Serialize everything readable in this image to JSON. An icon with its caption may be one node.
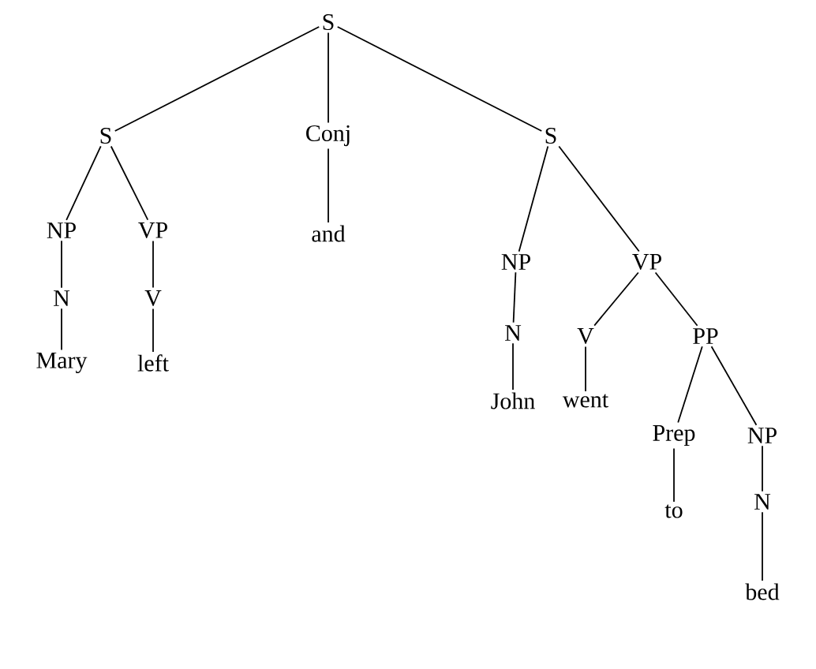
{
  "diagram": {
    "nodes": [
      {
        "text": [
          "S"
        ]
      },
      {
        "text": [
          "S"
        ]
      },
      {
        "text": [
          "Conj"
        ]
      },
      {
        "text": [
          "S"
        ]
      },
      {
        "text": [
          "NP"
        ]
      },
      {
        "text": [
          "VP"
        ]
      },
      {
        "text": [
          "and"
        ]
      },
      {
        "text": [
          "NP"
        ]
      },
      {
        "text": [
          "VP"
        ]
      },
      {
        "text": [
          "N"
        ]
      },
      {
        "text": [
          "V"
        ]
      },
      {
        "text": [
          "N"
        ]
      },
      {
        "text": [
          "Mary"
        ]
      },
      {
        "text": [
          "left"
        ]
      },
      {
        "text": [
          "V"
        ]
      },
      {
        "text": [
          "PP"
        ]
      },
      {
        "text": [
          "John"
        ]
      },
      {
        "text": [
          "went"
        ]
      },
      {
        "text": [
          "Prep"
        ]
      },
      {
        "text": [
          "NP"
        ]
      },
      {
        "text": [
          "to"
        ]
      },
      {
        "text": [
          "N"
        ]
      },
      {
        "text": [
          "bed"
        ]
      }
    ],
    "edges": [
      {
        "from": 0,
        "to": 1,
        "arrow": "none"
      },
      {
        "from": 0,
        "to": 2,
        "arrow": "none"
      },
      {
        "from": 0,
        "to": 3,
        "arrow": "none"
      },
      {
        "from": 1,
        "to": 4,
        "arrow": "none"
      },
      {
        "from": 1,
        "to": 5,
        "arrow": "none"
      },
      {
        "from": 2,
        "to": 6,
        "arrow": "none"
      },
      {
        "from": 3,
        "to": 7,
        "arrow": "none"
      },
      {
        "from": 3,
        "to": 8,
        "arrow": "none"
      },
      {
        "from": 4,
        "to": 9,
        "arrow": "none"
      },
      {
        "from": 5,
        "to": 10,
        "arrow": "none"
      },
      {
        "from": 7,
        "to": 11,
        "arrow": "none"
      },
      {
        "from": 9,
        "to": 12,
        "arrow": "none"
      },
      {
        "from": 10,
        "to": 13,
        "arrow": "none"
      },
      {
        "from": 8,
        "to": 14,
        "arrow": "none"
      },
      {
        "from": 8,
        "to": 15,
        "arrow": "none"
      },
      {
        "from": 11,
        "to": 16,
        "arrow": "none"
      },
      {
        "from": 14,
        "to": 17,
        "arrow": "none"
      },
      {
        "from": 15,
        "to": 18,
        "arrow": "none"
      },
      {
        "from": 15,
        "to": 19,
        "arrow": "none"
      },
      {
        "from": 18,
        "to": 20,
        "arrow": "none"
      },
      {
        "from": 19,
        "to": 21,
        "arrow": "none"
      },
      {
        "from": 21,
        "to": 22,
        "arrow": "none"
      }
    ]
  }
}
